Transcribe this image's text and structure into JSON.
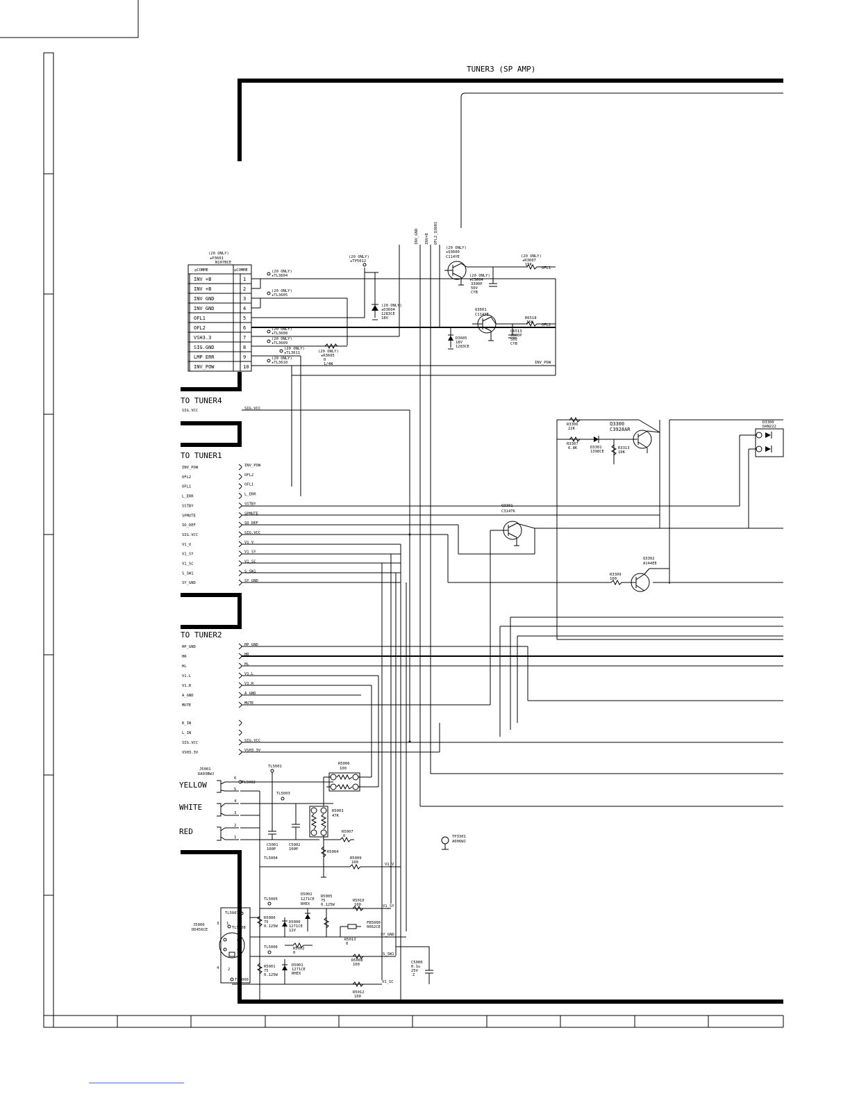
{
  "title": "TUNER3 (SP AMP)",
  "connector": {
    "ref": "(20 ONLY)",
    "ref2": "★P3601",
    "part": "N107BCE",
    "header_left": "◎COMME",
    "header_right": "◎COMME",
    "pins": [
      {
        "num": "1",
        "name": "INV +B"
      },
      {
        "num": "2",
        "name": "INV +B"
      },
      {
        "num": "3",
        "name": "INV GND"
      },
      {
        "num": "4",
        "name": "INV GND"
      },
      {
        "num": "5",
        "name": "OFL1"
      },
      {
        "num": "6",
        "name": "OFL2"
      },
      {
        "num": "7",
        "name": "VSH3.3"
      },
      {
        "num": "8",
        "name": "SIG.GND"
      },
      {
        "num": "9",
        "name": "LMP ERR"
      },
      {
        "num": "10",
        "name": "INV_POW"
      }
    ]
  },
  "vertical_labels": [
    "INV_GND",
    "INV+B",
    "OFL2_Q3601"
  ],
  "tuner4": {
    "title": "TO TUNER4",
    "ports": [
      "SIG.VCC"
    ],
    "nets": [
      "SIG.VCC"
    ]
  },
  "tuner1": {
    "title": "TO TUNER1",
    "ports": [
      "INV_POW",
      "OFL2",
      "OFL1",
      "L_ERR",
      "SSTBY",
      "SPMUTE",
      "SO_DEF",
      "SIG.VCC",
      "V1_V",
      "V1_SY",
      "V1_SC",
      "S_SW1",
      "SY_GND"
    ],
    "nets": [
      "INV_POW",
      "OFL2",
      "OFL1",
      "L_ERR",
      "SSTBY",
      "SPMUTE",
      "SO_DEF",
      "SIG.VCC",
      "V1_V",
      "V1_SY",
      "V1_SC",
      "S_SW1",
      "SY_GND"
    ]
  },
  "tuner2": {
    "title": "TO TUNER2",
    "ports": [
      "HP_GND",
      "HR",
      "HL",
      "V1.L",
      "V1.R",
      "A_GND",
      "MUTE",
      "R_IN",
      "L_IN",
      "SIG.VCC",
      "VSH3.3V"
    ],
    "nets": [
      "HP_GND",
      "HR",
      "HL",
      "V1.L",
      "V1.R",
      "A_GND",
      "MUTE",
      "",
      "",
      "SIG.VCC",
      "VSH3.3V"
    ]
  },
  "jacks": {
    "yellow": "YELLOW",
    "white": "WHITE",
    "red": "RED"
  },
  "components": {
    "tl3604": [
      "(20 ONLY)",
      "★TL3604"
    ],
    "tl3605": [
      "(20 ONLY)",
      "★TL3605"
    ],
    "tl3608": [
      "(20 ONLY)",
      "★TL3608"
    ],
    "tl3609": [
      "(20 ONLY)",
      "★TL3609"
    ],
    "tl3611": [
      "(20 ONLY)",
      "★TL3611"
    ],
    "tl3610": [
      "(20 ONLY)",
      "★TL3610"
    ],
    "tp5012": [
      "(20 ONLY)",
      "★TP5012"
    ],
    "d3604": [
      "(20 ONLY)",
      "★D3604",
      "1283CE",
      "18V"
    ],
    "r3605": [
      "(20 ONLY)",
      "★R3605",
      "0",
      "1/4W"
    ],
    "q3600": [
      "(20 ONLY)",
      "★Q3600",
      "C114YE"
    ],
    "c3604": [
      "(20 ONLY)",
      "★C3604",
      "3300P",
      "50V",
      "CYB"
    ],
    "r3607": [
      "(20 ONLY)",
      "★R3607",
      "15K"
    ],
    "q3601": [
      "Q3601",
      "C114YE"
    ],
    "r6518": [
      "R6518",
      "15K"
    ],
    "c6513": [
      "C6513",
      "3300P",
      "50V",
      "CYB"
    ],
    "d3605": [
      "D3605",
      "18V",
      "1283CE"
    ],
    "r3306": [
      "R3306",
      "22K"
    ],
    "r3307": [
      "R3307",
      "6.8K"
    ],
    "d3301": [
      "D3301",
      "1398CE"
    ],
    "r3313": [
      "R3313",
      "10K"
    ],
    "q3300": [
      "Q3300",
      "C3928AR"
    ],
    "d3300": [
      "D3300",
      "DAN222"
    ],
    "q3301": [
      "Q3301",
      "C314TK"
    ],
    "q3302": [
      "Q3302",
      "A144EE"
    ],
    "r3309": [
      "R3309",
      "100"
    ],
    "j5001": [
      "J5001",
      "DA03BWJ"
    ],
    "tl5001": "TL5001",
    "tl5002": "TL5002",
    "tl5003": "TL5003",
    "tl5004": "TL5004",
    "tl5005": "TL5005",
    "tl5006": "TL5006",
    "tl5007": "TL5007",
    "tl5008": "TL5008",
    "tl5000": "TL5000",
    "r5006": [
      "R5006",
      "100"
    ],
    "r5003": [
      "R5003",
      "47K"
    ],
    "r5007": [
      "R5007",
      "0"
    ],
    "r5004": "R5004",
    "r5009": [
      "R5009",
      "100"
    ],
    "c5001": [
      "C5001",
      "100P"
    ],
    "c5002": [
      "C5002",
      "100P"
    ],
    "tp3301": [
      "TP3301",
      "A006WJ"
    ],
    "d5002": [
      "D5002",
      "1271CE",
      "RHEX"
    ],
    "r5005": [
      "R5005",
      "75",
      "0.125W"
    ],
    "r5010": [
      "R5010",
      "100"
    ],
    "r5000": [
      "R5000",
      "75",
      "0.125W"
    ],
    "d5000": [
      "D5000",
      "1271CE",
      "12V"
    ],
    "fb5000": [
      "FB5000",
      "0062CE"
    ],
    "r5013": [
      "R5013",
      "0"
    ],
    "r5002": [
      "R5002",
      "0"
    ],
    "r5008": [
      "R5008",
      "100"
    ],
    "c5000": [
      "C5000",
      "0.1u",
      "25V",
      "Z"
    ],
    "r5001": [
      "R5001",
      "75",
      "0.125W"
    ],
    "d5001": [
      "D5001",
      "1271CE",
      "RHEX"
    ],
    "r5012": [
      "R5012",
      "100"
    ],
    "j5000": [
      "J5000",
      "DD456CE"
    ]
  },
  "net_labels": {
    "ofl1": "OFL1",
    "ofl2": "OFL2",
    "inv_pow": "INV_POW",
    "v1_v": "V1_V",
    "v1_sy": "V1_SY",
    "sy_gnd": "SY_GND",
    "s_sw1": "S_SW1",
    "v1_sc": "V1_SC"
  },
  "pin_marks": {
    "p1": "1",
    "p2": "2",
    "p3": "3",
    "p4": "4",
    "p5": "5",
    "p6": "6"
  }
}
